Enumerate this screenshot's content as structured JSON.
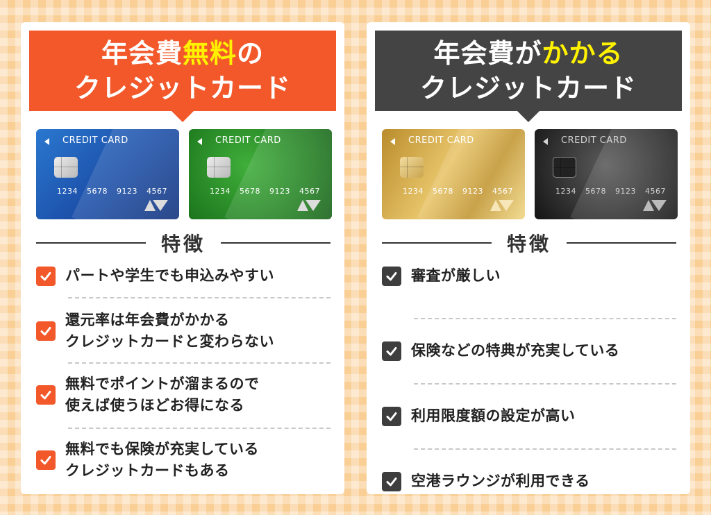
{
  "left_panel": {
    "banner_line1_pre": "年会費",
    "banner_line1_highlight": "無料",
    "banner_line1_post": "の",
    "banner_line2": "クレジットカード",
    "cards": [
      {
        "title": "CREDIT CARD",
        "number": "1234 5678 9123 4567",
        "style": "blue"
      },
      {
        "title": "CREDIT CARD",
        "number": "1234 5678 9123 4567",
        "style": "green"
      }
    ],
    "features_title": "特徴",
    "features": [
      {
        "lines": [
          "パートや学生でも申込みやすい"
        ]
      },
      {
        "lines": [
          "還元率は年会費がかかる",
          "クレジットカードと変わらない"
        ]
      },
      {
        "lines": [
          "無料でポイントが溜まるので",
          "使えば使うほどお得になる"
        ]
      },
      {
        "lines": [
          "無料でも保険が充実している",
          "クレジットカードもある"
        ]
      }
    ]
  },
  "right_panel": {
    "banner_line1_pre": "年会費が",
    "banner_line1_highlight": "かかる",
    "banner_line2": "クレジットカード",
    "cards": [
      {
        "title": "CREDIT CARD",
        "number": "1234 5678 9123 4567",
        "style": "gold"
      },
      {
        "title": "CREDIT CARD",
        "number": "1234 5678 9123 4567",
        "style": "black"
      }
    ],
    "features_title": "特徴",
    "features": [
      {
        "lines": [
          "審査が厳しい"
        ]
      },
      {
        "lines": [
          "保険などの特典が充実している"
        ]
      },
      {
        "lines": [
          "利用限度額の設定が高い"
        ]
      },
      {
        "lines": [
          "空港ラウンジが利用できる"
        ]
      }
    ]
  },
  "colors": {
    "left_accent": "#f2582a",
    "right_accent": "#444444",
    "highlight": "#fff200",
    "background": "#f9cf96"
  },
  "icons": [
    "checkbox-checked-icon",
    "card-chip-icon",
    "card-arrow-icon",
    "card-brand-logo-icon"
  ]
}
